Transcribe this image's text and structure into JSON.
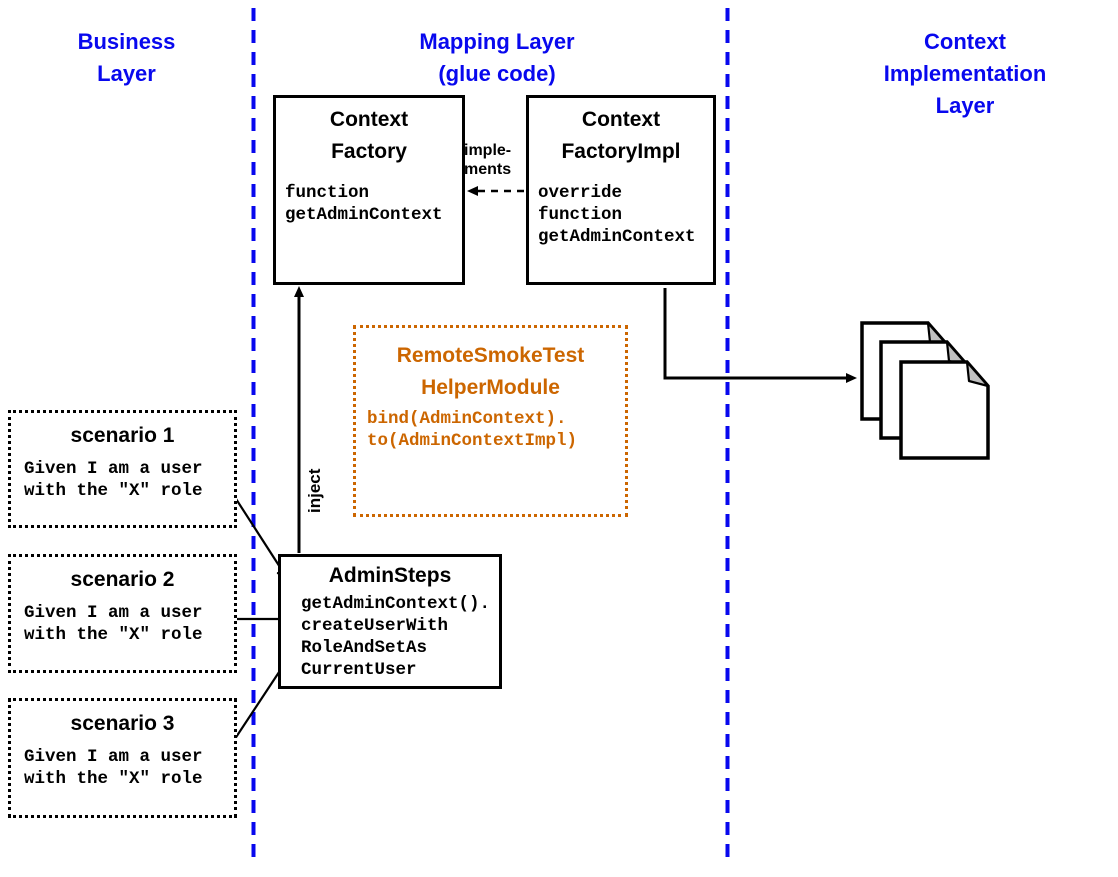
{
  "layers": [
    {
      "label": "Business\nLayer"
    },
    {
      "label": "Mapping Layer\n(glue code)"
    },
    {
      "label": "Context\nImplementation\nLayer"
    }
  ],
  "boxes": {
    "context_factory": {
      "title": "Context\nFactory",
      "code": "function\ngetAdminContext"
    },
    "context_factory_impl": {
      "title": "Context\nFactoryImpl",
      "code": "override\nfunction\ngetAdminContext"
    },
    "helper_module": {
      "title": "RemoteSmokeTest\nHelperModule",
      "code": "bind(AdminContext).\nto(AdminContextImpl)"
    },
    "admin_steps": {
      "title": "AdminSteps",
      "code": "getAdminContext().\ncreateUserWith\nRoleAndSetAs\nCurrentUser"
    },
    "scenarios": [
      {
        "title": "scenario 1",
        "code": "Given I am a user\nwith the \"X\" role"
      },
      {
        "title": "scenario 2",
        "code": "Given I am a user\nwith the \"X\" role"
      },
      {
        "title": "scenario 3",
        "code": "Given I am a user\nwith the \"X\" role"
      }
    ]
  },
  "arrows": {
    "implements_label": "imple-\nments",
    "inject_label": "inject"
  },
  "icons": {
    "document_stack": "document-stack-icon"
  },
  "colors": {
    "layer-blue": "#0808EE",
    "divider-blue": "#0808EE",
    "accent-orange": "#CC6600",
    "fold-gray": "#C0C0C0"
  }
}
